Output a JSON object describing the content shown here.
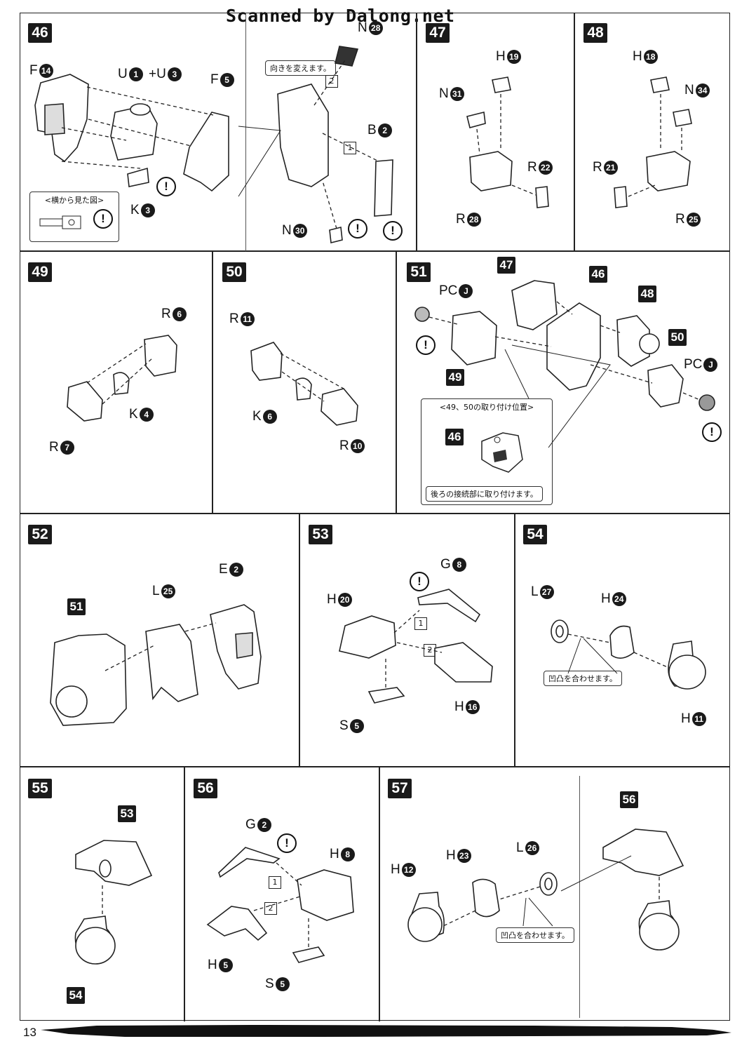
{
  "scan_watermark": "Scanned by Dalong.net",
  "page_number": "13",
  "jp": {
    "change_dir": "向きを変えます。",
    "side_view": "<横から見た図>",
    "attach_pos_prefix": "<",
    "attach_pos_a": "49",
    "attach_pos_sep": "、",
    "attach_pos_b": "50",
    "attach_pos_suffix": "の取り付け位置>",
    "rear_joint": "後ろの接続部に取り付けます。",
    "align": "凹凸を合わせます。"
  },
  "warn_symbol": "!",
  "steps": {
    "s46": {
      "id": "46",
      "labels": [
        {
          "l": "F",
          "n": "14"
        },
        {
          "l": "U",
          "n": "1"
        },
        {
          "l": "+U",
          "n": "3"
        },
        {
          "l": "F",
          "n": "5"
        },
        {
          "l": "K",
          "n": "3"
        },
        {
          "l": "N",
          "n": "28"
        },
        {
          "l": "B",
          "n": "2"
        },
        {
          "l": "N",
          "n": "30"
        }
      ],
      "seq": [
        "1",
        "2"
      ]
    },
    "s47": {
      "id": "47",
      "labels": [
        {
          "l": "H",
          "n": "19"
        },
        {
          "l": "N",
          "n": "31"
        },
        {
          "l": "R",
          "n": "22"
        },
        {
          "l": "R",
          "n": "28"
        }
      ]
    },
    "s48": {
      "id": "48",
      "labels": [
        {
          "l": "H",
          "n": "18"
        },
        {
          "l": "N",
          "n": "34"
        },
        {
          "l": "R",
          "n": "21"
        },
        {
          "l": "R",
          "n": "25"
        }
      ]
    },
    "s49": {
      "id": "49",
      "labels": [
        {
          "l": "R",
          "n": "6"
        },
        {
          "l": "K",
          "n": "4"
        },
        {
          "l": "R",
          "n": "7"
        }
      ]
    },
    "s50": {
      "id": "50",
      "labels": [
        {
          "l": "R",
          "n": "11"
        },
        {
          "l": "K",
          "n": "6"
        },
        {
          "l": "R",
          "n": "10"
        }
      ]
    },
    "s51": {
      "id": "51",
      "labels": [
        {
          "l": "PC",
          "n": "J"
        },
        {
          "l": "PC",
          "n": "J"
        }
      ],
      "refs": [
        "47",
        "46",
        "48",
        "49",
        "50",
        "46"
      ]
    },
    "s52": {
      "id": "52",
      "labels": [
        {
          "l": "E",
          "n": "2"
        },
        {
          "l": "L",
          "n": "25"
        }
      ],
      "refs": [
        "51"
      ]
    },
    "s53": {
      "id": "53",
      "labels": [
        {
          "l": "G",
          "n": "8"
        },
        {
          "l": "H",
          "n": "20"
        },
        {
          "l": "H",
          "n": "16"
        },
        {
          "l": "S",
          "n": "5"
        }
      ],
      "seq": [
        "1",
        "2"
      ]
    },
    "s54": {
      "id": "54",
      "labels": [
        {
          "l": "L",
          "n": "27"
        },
        {
          "l": "H",
          "n": "24"
        },
        {
          "l": "H",
          "n": "11"
        }
      ]
    },
    "s55": {
      "id": "55",
      "refs": [
        "53",
        "54"
      ]
    },
    "s56": {
      "id": "56",
      "labels": [
        {
          "l": "G",
          "n": "2"
        },
        {
          "l": "H",
          "n": "8"
        },
        {
          "l": "H",
          "n": "5"
        },
        {
          "l": "S",
          "n": "5"
        }
      ],
      "seq": [
        "1",
        "2"
      ]
    },
    "s57": {
      "id": "57",
      "labels": [
        {
          "l": "H",
          "n": "12"
        },
        {
          "l": "H",
          "n": "23"
        },
        {
          "l": "L",
          "n": "26"
        }
      ],
      "refs": [
        "56"
      ]
    }
  }
}
